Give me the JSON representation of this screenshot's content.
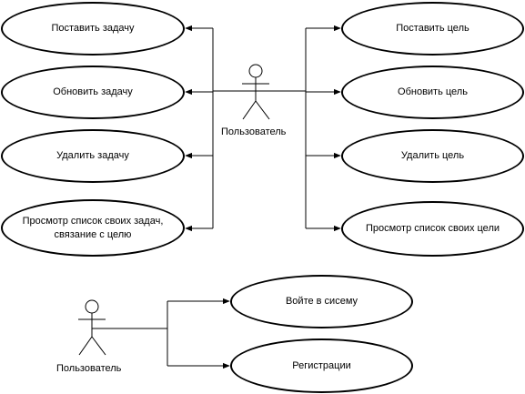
{
  "diagram": {
    "colors": {
      "stroke": "#000000",
      "fill": "#ffffff",
      "text": "#000000"
    },
    "actors": [
      {
        "id": "actor-main",
        "label": "Пользователь"
      },
      {
        "id": "actor-auth",
        "label": "Пользователь"
      }
    ],
    "use_cases": [
      {
        "id": "uc-task-set",
        "label": "Поставить задачу"
      },
      {
        "id": "uc-task-update",
        "label": "Обновить задачу"
      },
      {
        "id": "uc-task-delete",
        "label": "Удалить задачу"
      },
      {
        "id": "uc-task-view",
        "label": "Просмотр список своих задач, связание с целю"
      },
      {
        "id": "uc-goal-set",
        "label": "Поставить цель"
      },
      {
        "id": "uc-goal-update",
        "label": "Обновить цель"
      },
      {
        "id": "uc-goal-delete",
        "label": "Удалить цель"
      },
      {
        "id": "uc-goal-view",
        "label": "Просмотр список своих цели"
      },
      {
        "id": "uc-login",
        "label": "Войте в сисему"
      },
      {
        "id": "uc-register",
        "label": "Регистрации"
      }
    ]
  }
}
